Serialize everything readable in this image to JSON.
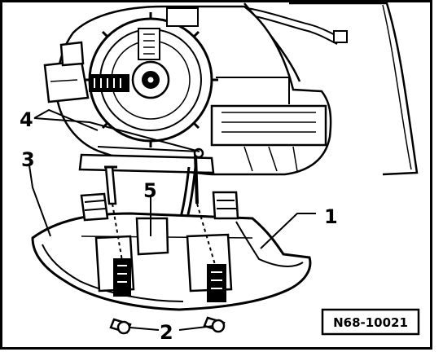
{
  "figure": {
    "colors": {
      "ink": "#000000",
      "paper": "#ffffff"
    },
    "callouts": [
      {
        "id": "1",
        "label": "1"
      },
      {
        "id": "2",
        "label": "2"
      },
      {
        "id": "3",
        "label": "3"
      },
      {
        "id": "4",
        "label": "4"
      },
      {
        "id": "5",
        "label": "5"
      }
    ],
    "reference_code": "N68-10021"
  }
}
